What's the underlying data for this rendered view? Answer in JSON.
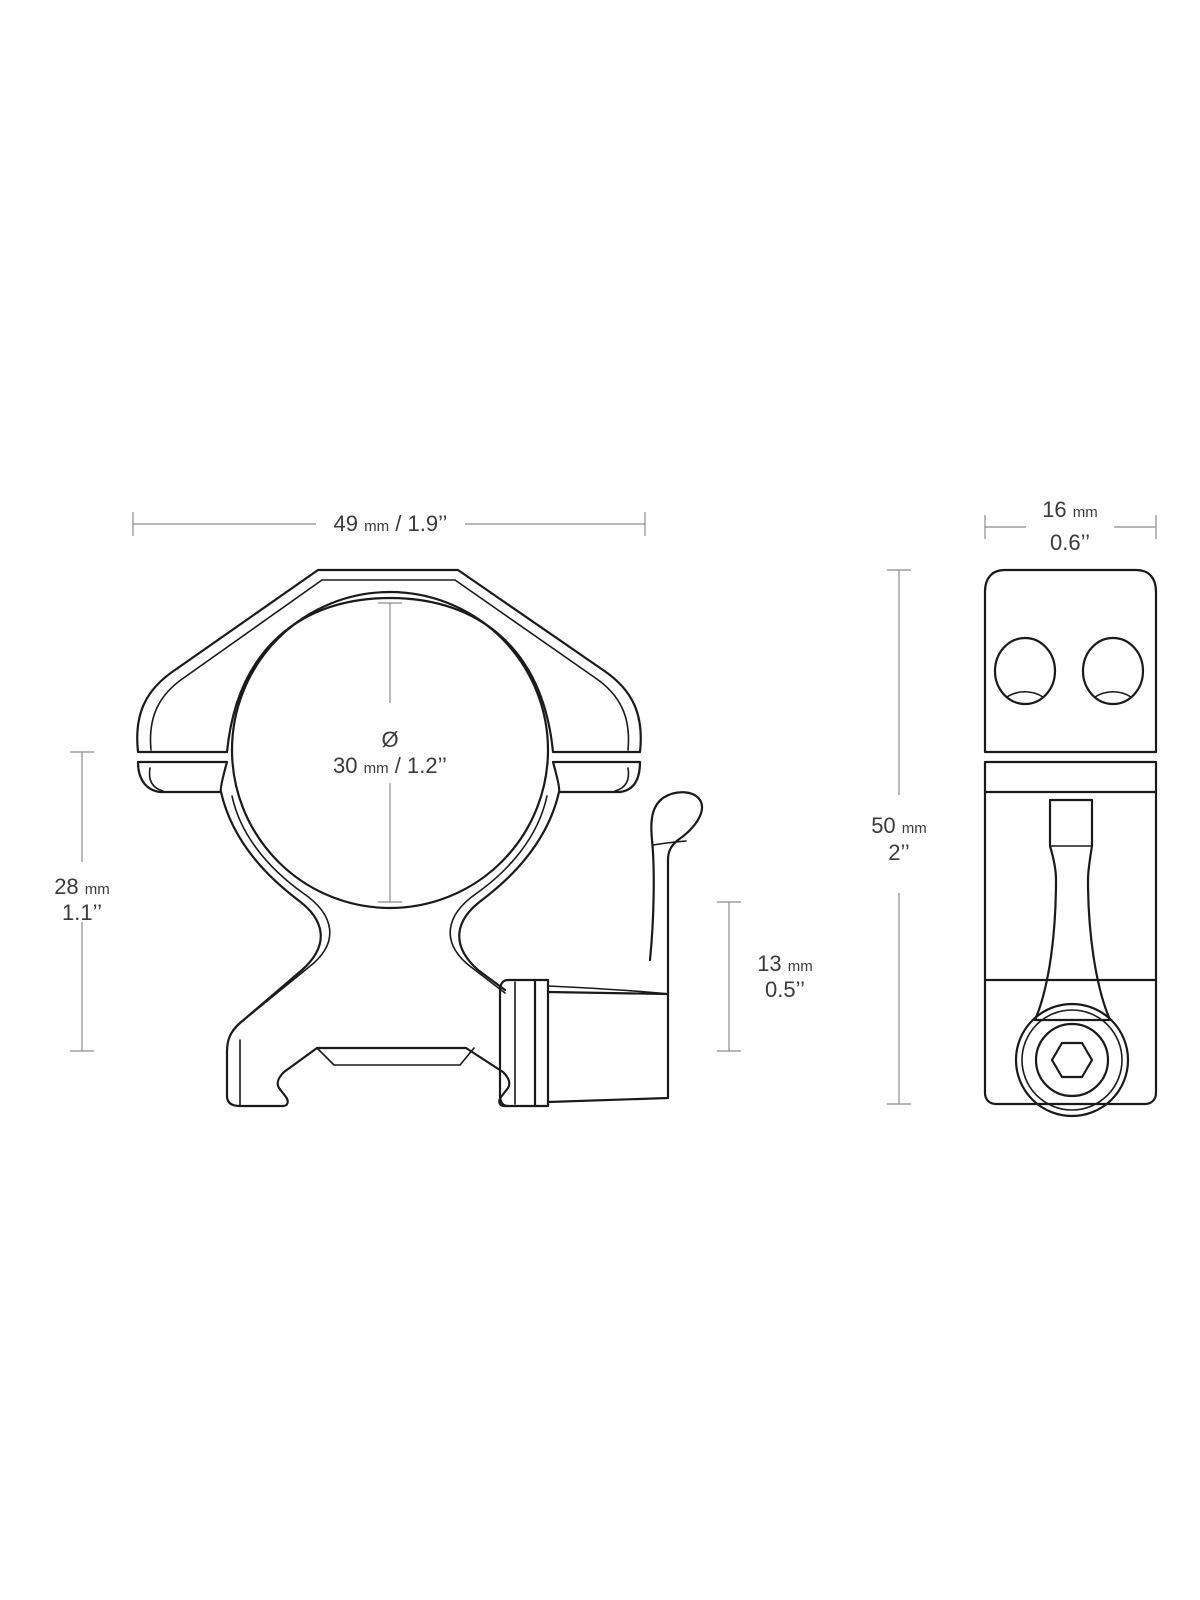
{
  "dimensions": {
    "width": {
      "value": "49",
      "unit": "mm",
      "separator": " / ",
      "imperial": "1.9’’"
    },
    "diameter": {
      "symbol": "Ø",
      "value": "30",
      "unit": "mm",
      "separator": " / ",
      "imperial": "1.2’’"
    },
    "ring_height": {
      "value": "28",
      "unit": "mm",
      "imperial": "1.1’’"
    },
    "lever_height": {
      "value": "13",
      "unit": "mm",
      "imperial": "0.5’’"
    },
    "total_height": {
      "value": "50",
      "unit": "mm",
      "imperial": "2’’"
    },
    "depth": {
      "value": "16",
      "unit": "mm",
      "imperial": "0.6’’"
    }
  },
  "colors": {
    "outline": "#1a1a1a",
    "dimension_line": "#8c8c8c",
    "text": "#3a3a3a",
    "background": "#ffffff"
  }
}
